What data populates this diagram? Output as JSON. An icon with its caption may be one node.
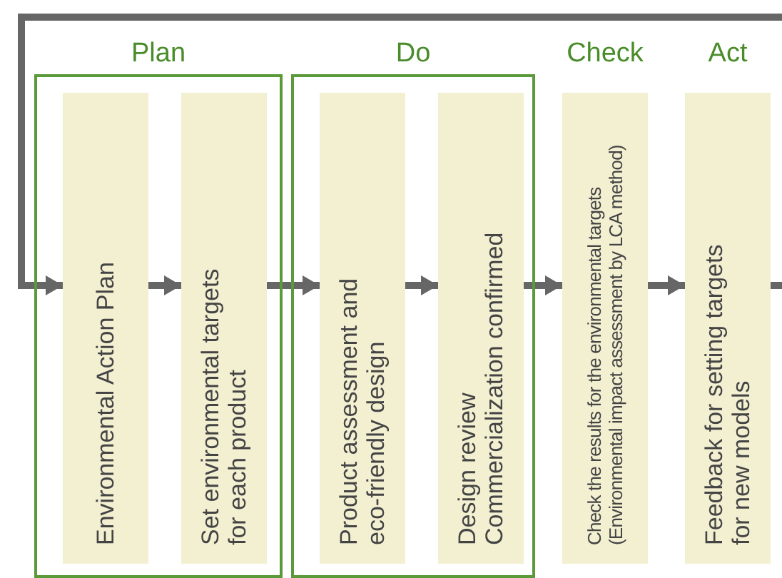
{
  "diagram": {
    "nodes": [
      {
        "text": [
          "Plan"
        ]
      },
      {
        "text": [
          "Environmental Action Plan"
        ],
        "in": 0
      },
      {
        "text": [
          "Set environmental targets for each product"
        ],
        "in": 0
      },
      {
        "text": [
          "Do"
        ]
      },
      {
        "text": [
          "Product assessment and eco-friendly design"
        ],
        "in": 3
      },
      {
        "text": [
          "Design review Commercialization confirmed"
        ],
        "in": 3
      },
      {
        "text": [
          "Check",
          "Check the results for the environmental targets (Environmental impact assessment by LCA method)"
        ]
      },
      {
        "text": [
          "Act",
          "Feedback for setting targets for new models"
        ]
      }
    ],
    "edges": [
      {
        "from": 1,
        "to": 2,
        "arrow": "to"
      },
      {
        "from": 2,
        "to": 4,
        "arrow": "to"
      },
      {
        "from": 4,
        "to": 5,
        "arrow": "to"
      },
      {
        "from": 5,
        "to": 6,
        "arrow": "to"
      },
      {
        "from": 6,
        "to": 7,
        "arrow": "to"
      },
      {
        "from": 7,
        "to": 1,
        "arrow": "to"
      }
    ]
  }
}
